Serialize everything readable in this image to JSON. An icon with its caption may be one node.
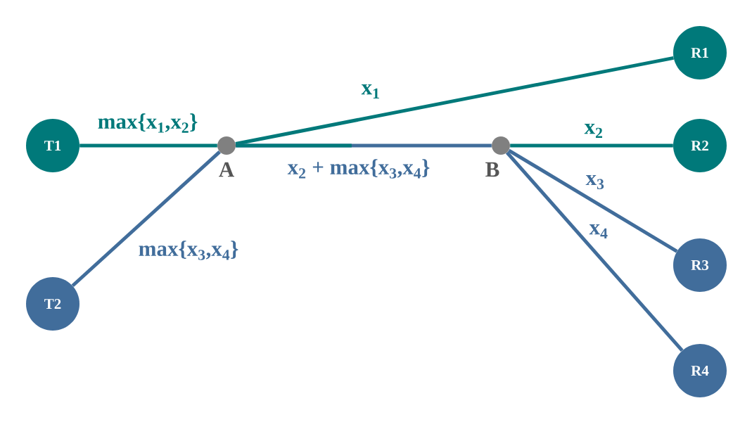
{
  "diagram": {
    "nodes": [
      {
        "text": [
          "T1"
        ]
      },
      {
        "text": [
          "T2"
        ]
      },
      {
        "text": [],
        "shape": "circle",
        "beside": [
          "A"
        ]
      },
      {
        "text": [],
        "shape": "circle",
        "beside": [
          "B"
        ]
      },
      {
        "text": [
          "R1"
        ]
      },
      {
        "text": [
          "R2"
        ]
      },
      {
        "text": [
          "R3"
        ]
      },
      {
        "text": [
          "R4"
        ]
      }
    ],
    "edges": [
      {
        "from": 0,
        "to": 2,
        "arrow": "none",
        "label": "max{x$_{1}$,x$_{2}$}",
        "color": "#00797a"
      },
      {
        "from": 2,
        "to": 4,
        "arrow": "none",
        "label": "x$_{1}$",
        "color": "#00797a"
      },
      {
        "from": 2,
        "to": 3,
        "arrow": "none",
        "label": "x$_{2}$ + max{x$_{3}$,x$_{4}$}",
        "color": "#416d9b"
      },
      {
        "from": 1,
        "to": 2,
        "arrow": "none",
        "label": "max{x$_{3}$,x$_{4}$}",
        "color": "#416d9b"
      },
      {
        "from": 3,
        "to": 5,
        "arrow": "none",
        "label": "x$_{2}$",
        "color": "#00797a"
      },
      {
        "from": 3,
        "to": 6,
        "arrow": "none",
        "label": "x$_{3}$",
        "color": "#416d9b"
      },
      {
        "from": 3,
        "to": 7,
        "arrow": "none",
        "label": "x$_{4}$",
        "color": "#416d9b"
      }
    ]
  }
}
